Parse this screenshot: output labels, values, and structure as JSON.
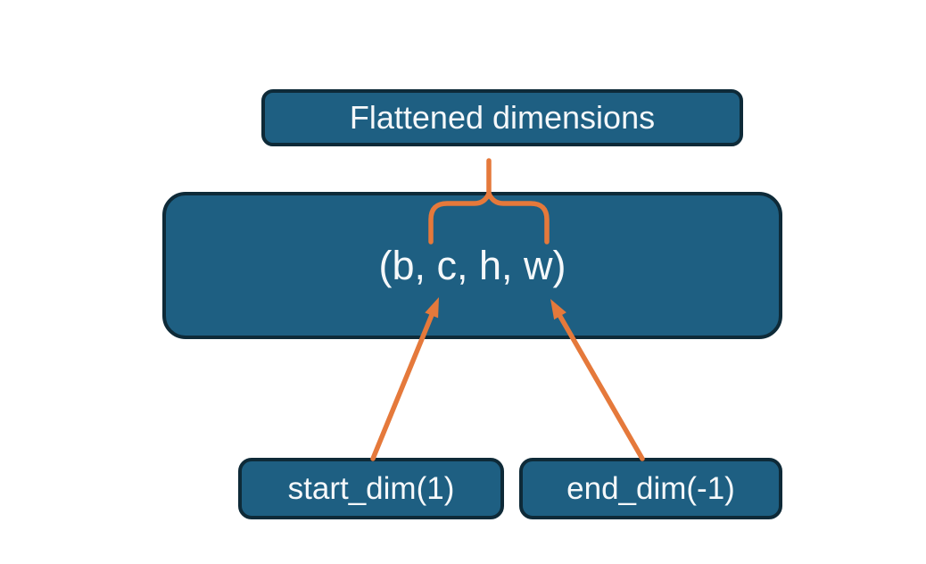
{
  "diagram": {
    "title_box": {
      "label": "Flattened dimensions"
    },
    "main_box": {
      "label": "(b, c, h, w)"
    },
    "start_box": {
      "label": "start_dim(1)"
    },
    "end_box": {
      "label": "end_dim(-1)"
    }
  },
  "colors": {
    "box_fill": "#1E5F82",
    "box_border": "#0E2A38",
    "accent_orange": "#E5793B",
    "text_color": "#F5F8FA",
    "background": "#FFFFFF"
  }
}
